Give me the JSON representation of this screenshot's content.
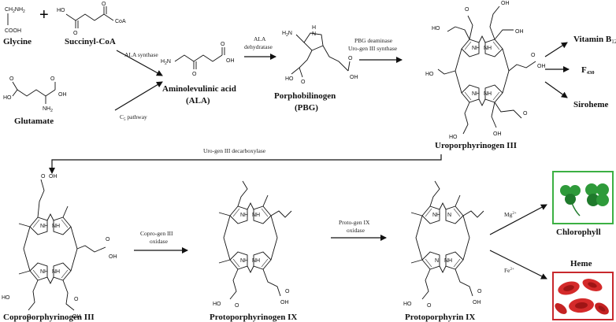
{
  "compounds": {
    "glycine": "Glycine",
    "succinyl_coa": "Succinyl-CoA",
    "glutamate": "Glutamate",
    "ala_line1": "Aminolevulinic acid",
    "ala_line2": "(ALA)",
    "pbg_line1": "Porphobilinogen",
    "pbg_line2": "(PBG)",
    "uropor": "Uroporphyrinogen III",
    "copropor": "Coproporphyrinogen III",
    "protopor_gen": "Protoporphyrinogen IX",
    "protopor": "Protoporphyrin IX",
    "vitamin_b": "Vitamin B",
    "vitamin_sub": "12",
    "f": "F",
    "f_sub": "430",
    "siroheme": "Siroheme",
    "chlorophyll": "Chlorophyll",
    "heme": "Heme"
  },
  "enzymes": {
    "ala_synthase": "ALA synthase",
    "c5_pathway": "C",
    "c5_sub": "5",
    "c5_rest": " pathway",
    "ala_dehydratase_1": "ALA",
    "ala_dehydratase_2": "dehydratase",
    "pbg_deaminase": "PBG deaminase",
    "urogen_synthase": "Uro-gen III synthase",
    "urogen_decarboxylase": "Uro-gen III decarboxylase",
    "coprogen_oxidase_1": "Copro-gen III",
    "coprogen_oxidase_2": "oxidase",
    "protogen_oxidase_1": "Proto-gen IX",
    "protogen_oxidase_2": "oxidase",
    "mg": "Mg",
    "mg_sup": "2+",
    "fe": "Fe",
    "fe_sup": "2+"
  },
  "atoms": {
    "cooh": "COOH",
    "coa": "CoA",
    "nh2": "NH",
    "nh2_sub": "2",
    "h2n": "H",
    "ho": "HO",
    "oh": "OH",
    "o": "O",
    "nh": "NH",
    "n": "N",
    "h": "H",
    "ch2nh2": "CH",
    "plus": "+"
  },
  "colors": {
    "chlorophyll_border": "#3cb043",
    "heme_border": "#c8282d",
    "leaf": "#2e9a3a",
    "leaf_dark": "#1f7a2c",
    "rbc": "#d42a2a",
    "rbc_dark": "#9e1515"
  }
}
